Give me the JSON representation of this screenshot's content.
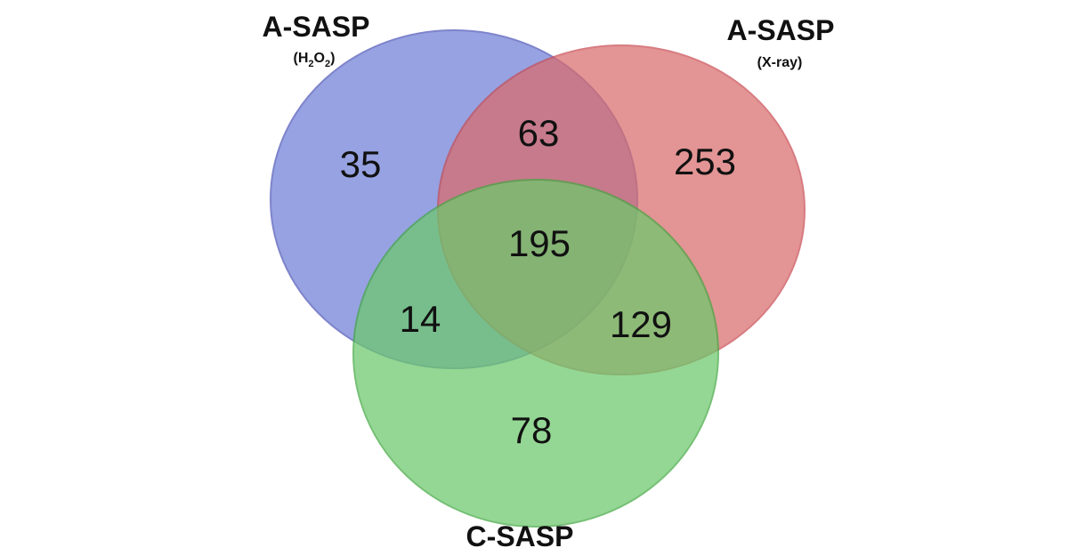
{
  "chart_data": {
    "type": "venn",
    "sets": [
      {
        "id": "h2o2",
        "name": "A-SASP",
        "subtitle_parts": [
          "(H",
          "2",
          "O",
          "2",
          ")"
        ],
        "fill": "#6f7fd6",
        "stroke": "#4d55b8"
      },
      {
        "id": "xray",
        "name": "A-SASP",
        "subtitle": "(X-ray)",
        "fill": "#d96b6b",
        "stroke": "#c94a52"
      },
      {
        "id": "csasp",
        "name": "C-SASP",
        "fill": "#6cc96c",
        "stroke": "#42a842"
      }
    ],
    "regions": [
      {
        "sets": [
          "h2o2"
        ],
        "value": 35
      },
      {
        "sets": [
          "xray"
        ],
        "value": 253
      },
      {
        "sets": [
          "csasp"
        ],
        "value": 78
      },
      {
        "sets": [
          "h2o2",
          "xray"
        ],
        "value": 63
      },
      {
        "sets": [
          "h2o2",
          "csasp"
        ],
        "value": 14
      },
      {
        "sets": [
          "xray",
          "csasp"
        ],
        "value": 129
      },
      {
        "sets": [
          "h2o2",
          "xray",
          "csasp"
        ],
        "value": 195
      }
    ]
  }
}
